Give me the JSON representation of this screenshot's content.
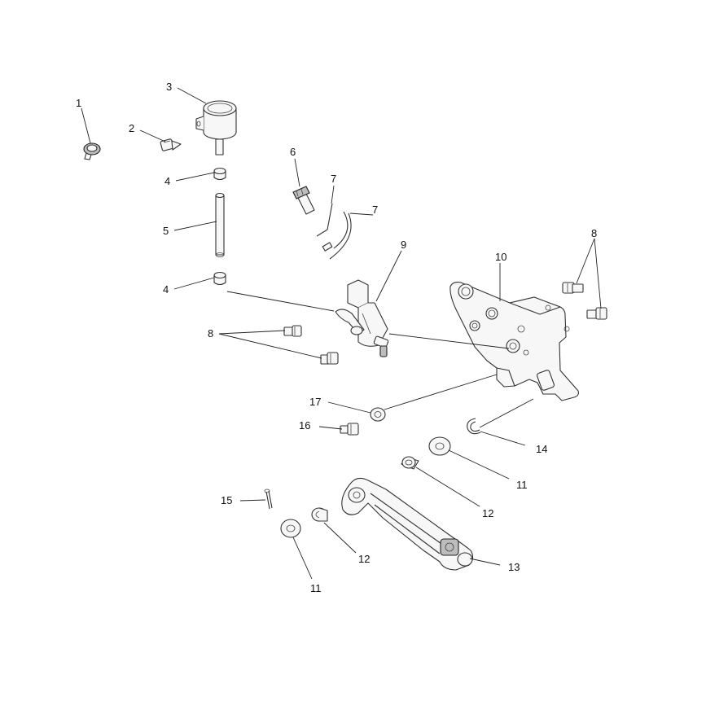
{
  "callouts": {
    "c1": "1",
    "c2": "2",
    "c3": "3",
    "c4a": "4",
    "c4b": "4",
    "c5": "5",
    "c6": "6",
    "c7a": "7",
    "c7b": "7",
    "c8a": "8",
    "c8b": "8",
    "c9": "9",
    "c10": "10",
    "c11a": "11",
    "c11b": "11",
    "c12a": "12",
    "c12b": "12",
    "c13": "13",
    "c14": "14",
    "c15": "15",
    "c16": "16",
    "c17": "17"
  }
}
